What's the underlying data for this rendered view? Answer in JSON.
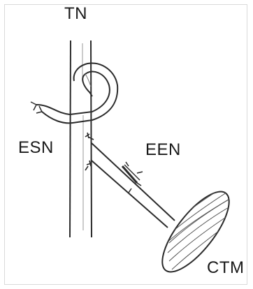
{
  "figure": {
    "labels": {
      "tn": "TN",
      "esn": "ESN",
      "een": "EEN",
      "ctm": "CTM"
    },
    "colors": {
      "line": "#2b2b2b",
      "hatch": "#555555",
      "background": "#ffffff"
    }
  }
}
